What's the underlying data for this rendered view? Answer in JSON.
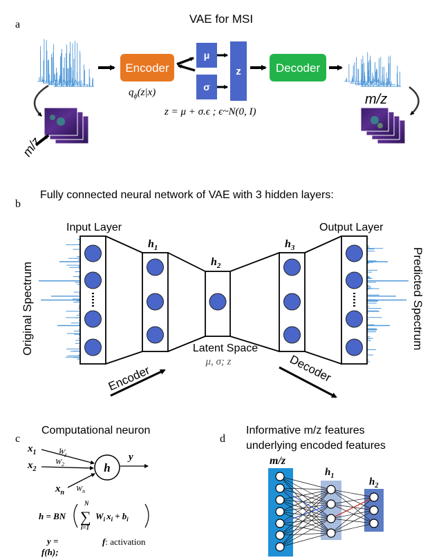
{
  "panels": {
    "a": {
      "letter": "a",
      "title": "VAE for MSI",
      "encoder": "Encoder",
      "decoder": "Decoder",
      "mu": "μ",
      "sigma": "σ",
      "z": "z",
      "q_phi": "q",
      "q_sub": "ϕ",
      "q_arg": "(z|x)",
      "reparam": "z = μ + σ.ϵ ; ϵ~N(0, I)",
      "mz_left": "m/z",
      "mz_right": "m/z",
      "colors": {
        "encoder": "#E87722",
        "latent": "#4A66C8",
        "decoder": "#22B44A",
        "spectrum": "#4F97D8",
        "msi": "#4B2A7A"
      }
    },
    "b": {
      "letter": "b",
      "title": "Fully connected neural network of VAE with 3 hidden layers:",
      "input_layer": "Input Layer",
      "output_layer": "Output Layer",
      "h1": "h",
      "h1_sub": "1",
      "h2": "h",
      "h2_sub": "2",
      "h3": "h",
      "h3_sub": "3",
      "latent_space": "Latent Space",
      "latent_vars": "μ, σ; z",
      "encoder": "Encoder",
      "decoder": "Decoder",
      "original_spectrum": "Original Spectrum",
      "predicted_spectrum": "Predicted Spectrum",
      "colors": {
        "neuron": "#4A66C8",
        "spectrum": "#4F97D8"
      }
    },
    "c": {
      "letter": "c",
      "title": "Computational neuron",
      "x1": "x",
      "x1_sub": "1",
      "x2": "x",
      "x2_sub": "2",
      "xn": "x",
      "xn_sub": "n",
      "w1": "W",
      "w1_sub": "1",
      "w2": "W",
      "w2_sub": "2",
      "wn": "W",
      "wn_sub": "n",
      "h": "h",
      "y": "y",
      "formula_lhs": "h = BN",
      "sum_top": "N",
      "sum_bottom": "i=1",
      "sum_body": "W",
      "sum_body_sub": "i",
      "sum_x": "x",
      "sum_x_sub": "i",
      "sum_plus": "+ b",
      "sum_b_sub": "i",
      "y_eq": "y =",
      "y_f": "f(h);",
      "f_label": "f",
      "f_desc": ": activation"
    },
    "d": {
      "letter": "d",
      "title_line1": "Informative m/z features",
      "title_line2": "underlying encoded features",
      "mz": "m/z",
      "h1": "h",
      "h1_sub": "1",
      "h2": "h",
      "h2_sub": "2",
      "colors": {
        "mz_bar": "#1E90D6",
        "h1_bar": "#A9BDDF",
        "h2_bar": "#5C7CC4",
        "highlight_blue": "#3A5FC8",
        "highlight_red": "#C0392B"
      }
    }
  }
}
